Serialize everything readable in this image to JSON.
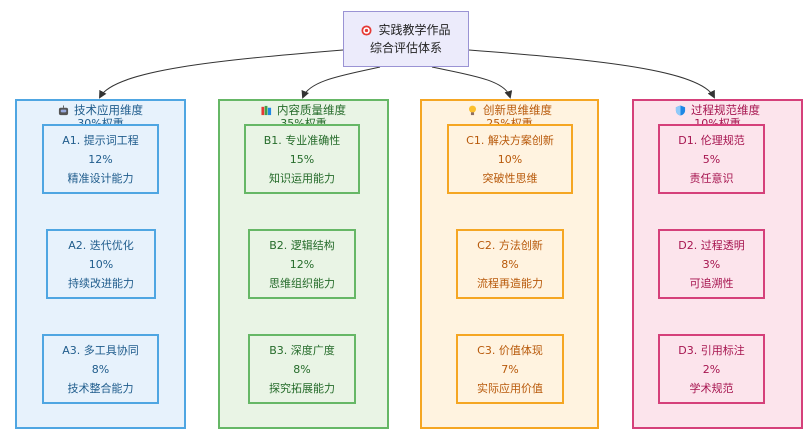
{
  "root": {
    "icon": "target-icon",
    "title": "实践教学作品",
    "subtitle": "综合评估体系"
  },
  "groups": [
    {
      "id": "a",
      "icon": "robot-icon",
      "title": "技术应用维度",
      "weight": "30%权重",
      "items": [
        {
          "code": "A1. 提示词工程",
          "pct": "12%",
          "desc": "精准设计能力"
        },
        {
          "code": "A2. 迭代优化",
          "pct": "10%",
          "desc": "持续改进能力"
        },
        {
          "code": "A3. 多工具协同",
          "pct": "8%",
          "desc": "技术整合能力"
        }
      ]
    },
    {
      "id": "b",
      "icon": "books-icon",
      "title": "内容质量维度",
      "weight": "35%权重",
      "items": [
        {
          "code": "B1. 专业准确性",
          "pct": "15%",
          "desc": "知识运用能力"
        },
        {
          "code": "B2. 逻辑结构",
          "pct": "12%",
          "desc": "思维组织能力"
        },
        {
          "code": "B3. 深度广度",
          "pct": "8%",
          "desc": "探究拓展能力"
        }
      ]
    },
    {
      "id": "c",
      "icon": "lightbulb-icon",
      "title": "创新思维维度",
      "weight": "25%权重",
      "items": [
        {
          "code": "C1. 解决方案创新",
          "pct": "10%",
          "desc": "突破性思维"
        },
        {
          "code": "C2. 方法创新",
          "pct": "8%",
          "desc": "流程再造能力"
        },
        {
          "code": "C3. 价值体现",
          "pct": "7%",
          "desc": "实际应用价值"
        }
      ]
    },
    {
      "id": "d",
      "icon": "shield-icon",
      "title": "过程规范维度",
      "weight": "10%权重",
      "items": [
        {
          "code": "D1. 伦理规范",
          "pct": "5%",
          "desc": "责任意识"
        },
        {
          "code": "D2. 过程透明",
          "pct": "3%",
          "desc": "可追溯性"
        },
        {
          "code": "D3. 引用标注",
          "pct": "2%",
          "desc": "学术规范"
        }
      ]
    }
  ]
}
